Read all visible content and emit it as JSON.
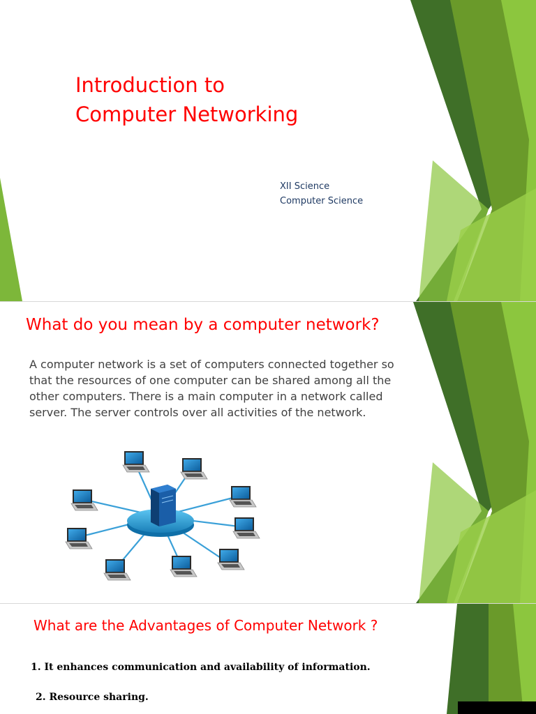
{
  "slide1": {
    "title_line1": "Introduction to",
    "title_line2": "Computer Networking",
    "subtitle_line1": "XII Science",
    "subtitle_line2": "Computer Science"
  },
  "slide2": {
    "heading": "What do you mean by a computer network?",
    "body": "A computer network is a set of computers connected together so that the resources of one computer can be shared among all the other computers. There is a main computer in a network called server. The server controls over all activities of the network.",
    "image": "star-network-illustration"
  },
  "slide3": {
    "heading": "What are the Advantages of Computer Network ?",
    "items": [
      "1. It enhances communication and availability of information.",
      "2. Resource sharing."
    ]
  },
  "colors": {
    "title_red": "#ff0000",
    "subtitle_blue": "#1f3a63",
    "green_dark": "#3f6f28",
    "green_mid": "#6a9a2a",
    "green_light": "#8cc63e"
  }
}
